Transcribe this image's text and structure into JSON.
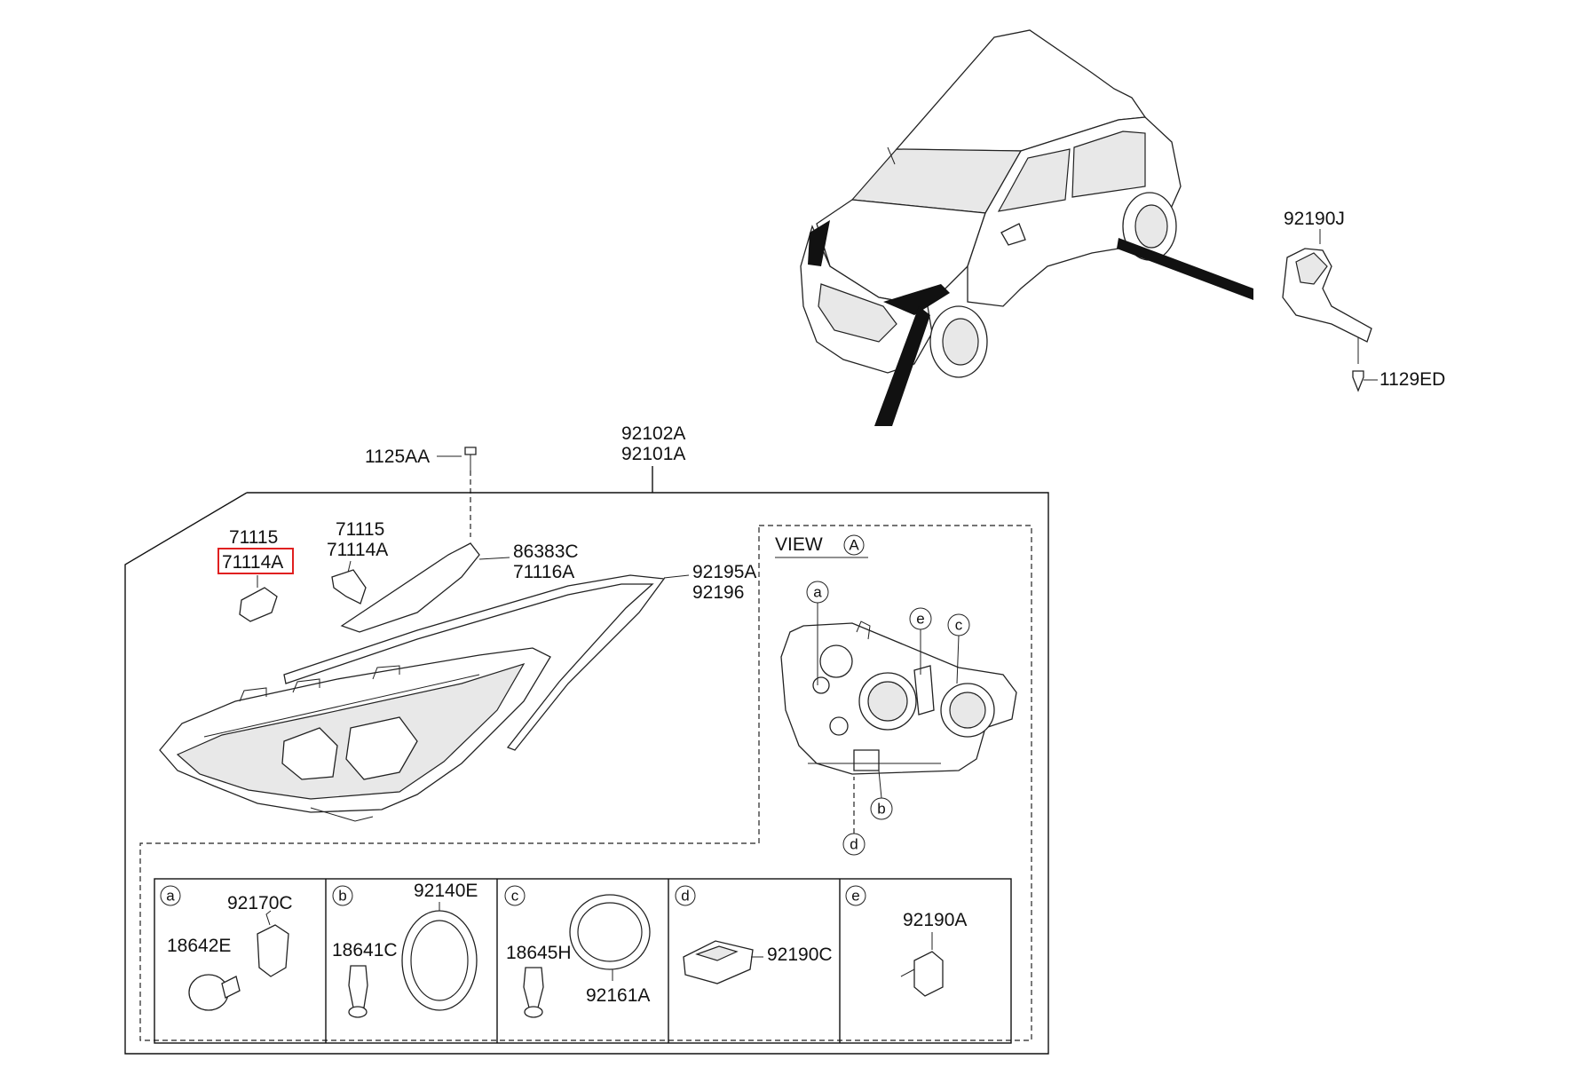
{
  "labels": {
    "p92190J": "92190J",
    "p1129ED": "1129ED",
    "p1125AA": "1125AA",
    "p92102A": "92102A",
    "p92101A": "92101A",
    "p71115_a": "71115",
    "p71114A_a": "71114A",
    "p71115_b": "71115",
    "p71114A_b": "71114A",
    "p86383C": "86383C",
    "p71116A": "71116A",
    "p92195A": "92195A",
    "p92196": "92196",
    "p92170C": "92170C",
    "p18642E": "18642E",
    "p92140E": "92140E",
    "p18641C": "18641C",
    "p18645H": "18645H",
    "p92161A": "92161A",
    "p92190C": "92190C",
    "p92190A": "92190A"
  },
  "view": {
    "text": "VIEW",
    "circle": "A"
  },
  "callouts": {
    "a": "a",
    "b": "b",
    "c": "c",
    "d": "d",
    "e": "e"
  },
  "highlight": {
    "part": "71114A",
    "color": "#e02020"
  }
}
